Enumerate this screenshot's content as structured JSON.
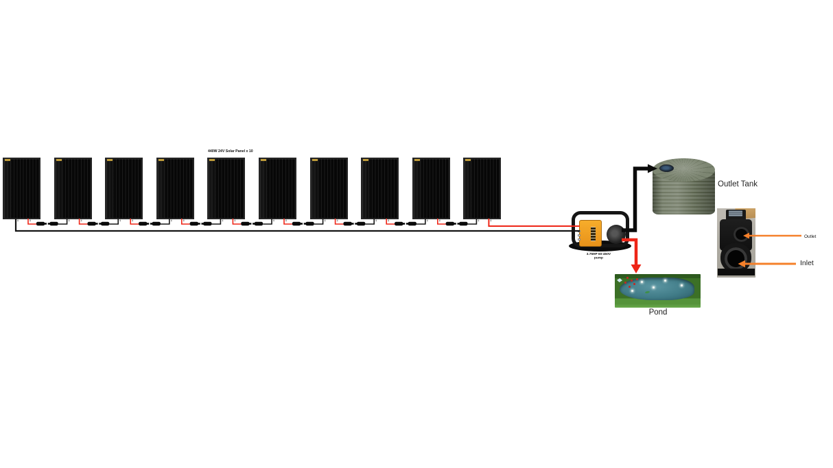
{
  "diagram": {
    "solar_array": {
      "label": "440W 24V Solar Panel x 10",
      "panel_count": 10
    },
    "pump": {
      "label_line1": "3.75HP 60-450V",
      "label_line2": "pump"
    },
    "outlet_tank": {
      "label": "Outlet Tank"
    },
    "pond": {
      "label": "Pond"
    },
    "pump_detail": {
      "outlet_label": "Outlet",
      "inlet_label": "Inlet"
    }
  },
  "colors": {
    "wire_red": "#ee2517",
    "wire_black": "#141414",
    "pipe_black": "#0b0b0b",
    "annotation_orange": "#f5802a",
    "controller_orange": "#f2a024",
    "tank_green": "#747d69",
    "pond_water": "#45818d",
    "panel_black": "#0a0a0a"
  }
}
